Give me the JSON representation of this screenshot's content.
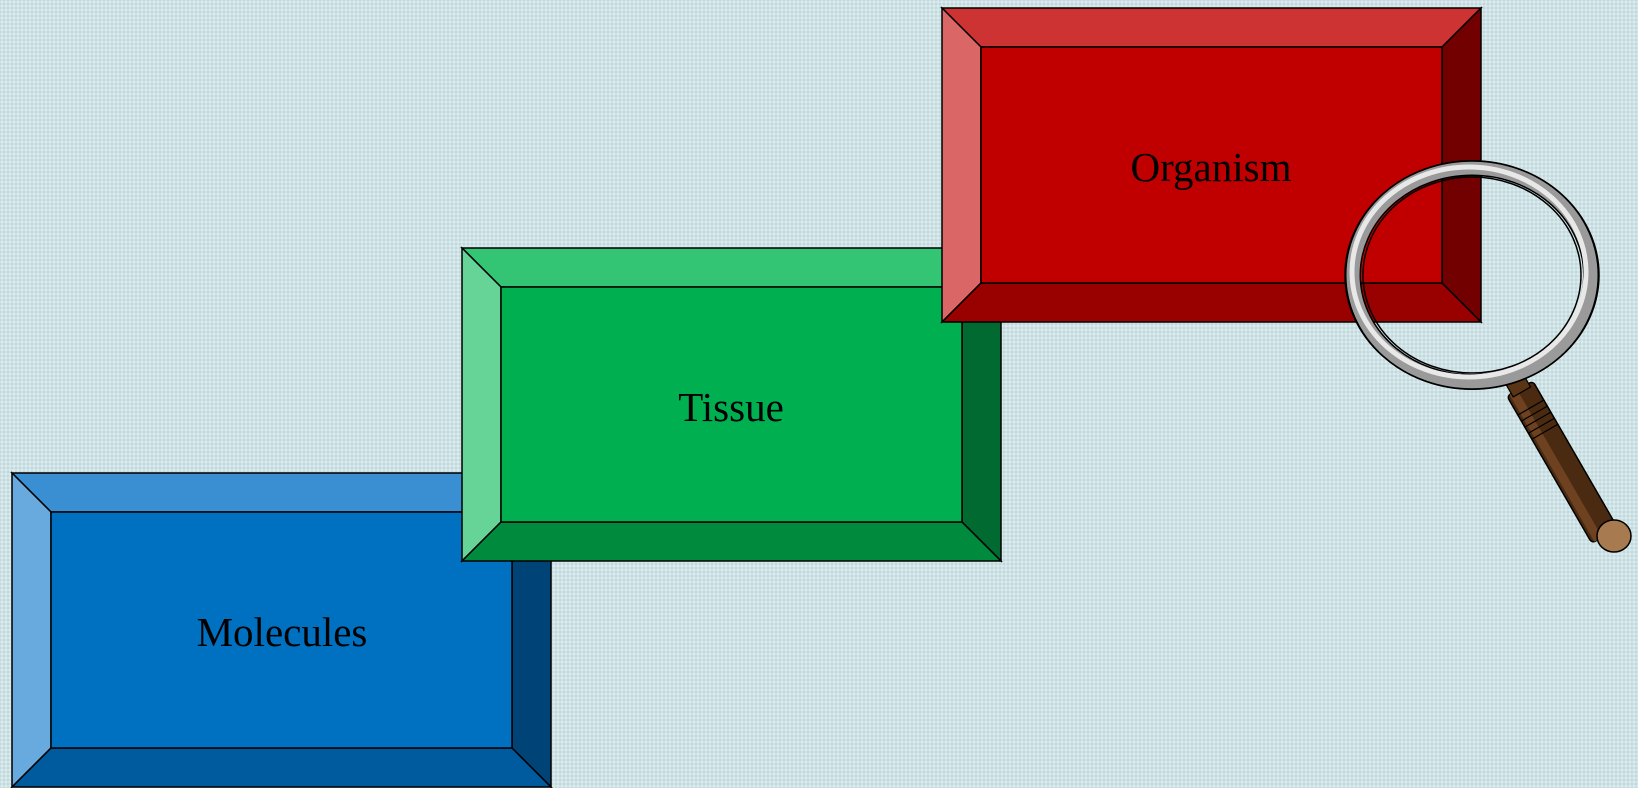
{
  "boxes": [
    {
      "id": "molecules",
      "label": "Molecules",
      "colors": {
        "face": "#0070c0",
        "top": "#3a8fd2",
        "left": "#69aade",
        "right": "#004477",
        "bottom": "#005a9e"
      }
    },
    {
      "id": "tissue",
      "label": "Tissue",
      "colors": {
        "face": "#00b050",
        "top": "#33c474",
        "left": "#66d496",
        "right": "#006a30",
        "bottom": "#008a3e"
      }
    },
    {
      "id": "organism",
      "label": "Organism",
      "colors": {
        "face": "#c00000",
        "top": "#cd3333",
        "left": "#da6666",
        "right": "#730000",
        "bottom": "#990000"
      }
    }
  ],
  "background_color": "#cfe3e6",
  "icons": {
    "magnifier": "magnifying-glass-icon"
  }
}
